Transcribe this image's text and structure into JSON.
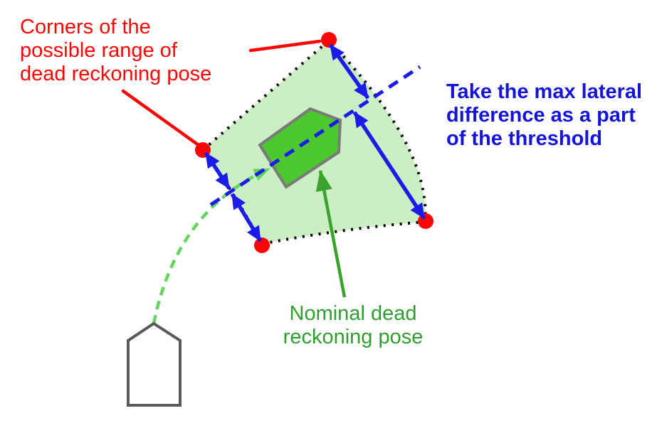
{
  "title": "Dead reckoning pose range diagram",
  "labels": {
    "corners": {
      "text": "Corners of the\npossible range of\ndead reckoning pose",
      "color": "#fb0404"
    },
    "threshold": {
      "text": "Take the max lateral\ndifference as a part\nof the threshold",
      "color": "#1414d6"
    },
    "nominal": {
      "text": "Nominal dead\nreckoning pose",
      "color": "#2f9e2f"
    }
  },
  "colors": {
    "region_fill": "#cbeec4",
    "region_border": "#000000",
    "corner_marker": "#fb0404",
    "pointer_line": "#fb0404",
    "lateral_blue": "#1c1ce8",
    "heading_blue": "#1c1ce8",
    "nominal_vehicle_fill": "#4cc72d",
    "nominal_vehicle_stroke": "#7a7a7a",
    "trajectory_green": "#5ed75b",
    "nominal_arrow_green": "#3aa32c",
    "ego_vehicle_stroke": "#595959",
    "ego_vehicle_fill": "#ffffff"
  },
  "figure": {
    "corner_marker_count": 4,
    "lateral_arrow_count": 4
  }
}
